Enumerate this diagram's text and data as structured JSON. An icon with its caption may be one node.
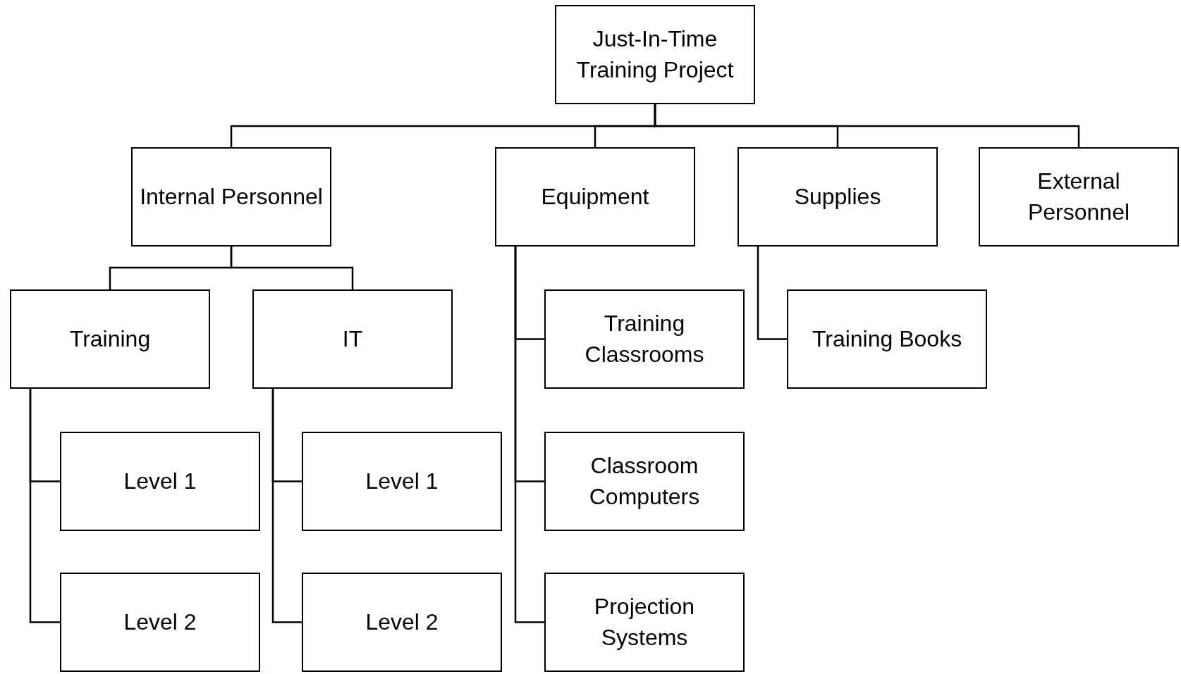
{
  "diagram": {
    "nodes": [
      {
        "text": [
          "Just-In-Time Training Project"
        ]
      },
      {
        "text": [
          "Internal Personnel"
        ]
      },
      {
        "text": [
          "Equipment"
        ]
      },
      {
        "text": [
          "Supplies"
        ]
      },
      {
        "text": [
          "External Personnel"
        ]
      },
      {
        "text": [
          "Training"
        ]
      },
      {
        "text": [
          "IT"
        ]
      },
      {
        "text": [
          "Training Classrooms"
        ]
      },
      {
        "text": [
          "Training Books"
        ]
      },
      {
        "text": [
          "Level 1"
        ]
      },
      {
        "text": [
          "Level 1"
        ]
      },
      {
        "text": [
          "Classroom Computers"
        ]
      },
      {
        "text": [
          "Level 2"
        ]
      },
      {
        "text": [
          "Level 2"
        ]
      },
      {
        "text": [
          "Projection Systems"
        ]
      }
    ],
    "edges": [
      {
        "from": 0,
        "to": 1,
        "arrow": "none"
      },
      {
        "from": 0,
        "to": 2,
        "arrow": "none"
      },
      {
        "from": 0,
        "to": 3,
        "arrow": "none"
      },
      {
        "from": 0,
        "to": 4,
        "arrow": "none"
      },
      {
        "from": 1,
        "to": 5,
        "arrow": "none"
      },
      {
        "from": 1,
        "to": 6,
        "arrow": "none"
      },
      {
        "from": 5,
        "to": 9,
        "arrow": "none"
      },
      {
        "from": 5,
        "to": 12,
        "arrow": "none"
      },
      {
        "from": 6,
        "to": 10,
        "arrow": "none"
      },
      {
        "from": 6,
        "to": 13,
        "arrow": "none"
      },
      {
        "from": 2,
        "to": 7,
        "arrow": "none"
      },
      {
        "from": 2,
        "to": 11,
        "arrow": "none"
      },
      {
        "from": 2,
        "to": 14,
        "arrow": "none"
      },
      {
        "from": 3,
        "to": 8,
        "arrow": "none"
      }
    ]
  }
}
